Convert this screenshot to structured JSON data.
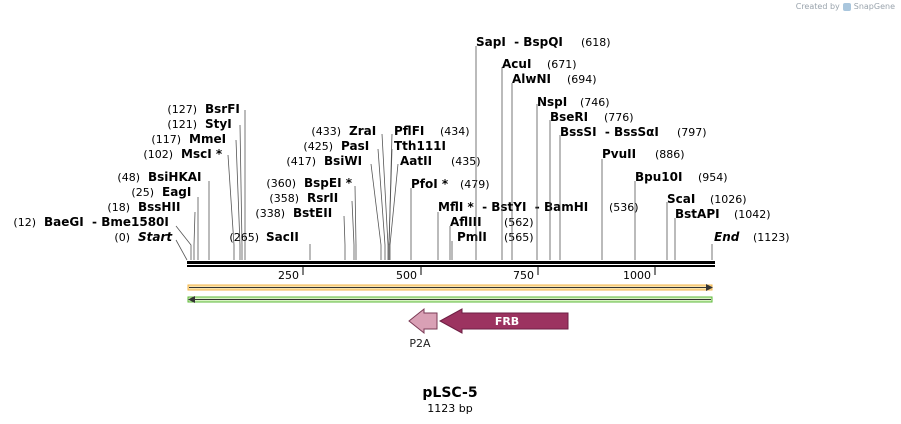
{
  "attribution": {
    "text": "Created by",
    "brand": "SnapGene",
    "logo_icon": "snapgene-logo-icon"
  },
  "map": {
    "name": "pLSC-5",
    "length_label": "1123 bp",
    "length": 1123,
    "start_label": "Start",
    "start_pos": "(0)",
    "end_label": "End",
    "end_pos": "(1123)",
    "ticks": [
      "250",
      "500",
      "750",
      "1000"
    ],
    "strand_colors": {
      "forward": "#f3b54b",
      "reverse": "#5db83a"
    }
  },
  "sites": [
    {
      "name": "BaeGI  - Bme1580I",
      "pos": "(12)"
    },
    {
      "name": "BssHII",
      "pos": "(18)"
    },
    {
      "name": "EagI",
      "pos": "(25)"
    },
    {
      "name": "BsiHKAI",
      "pos": "(48)"
    },
    {
      "name": "MscI *",
      "pos": "(102)"
    },
    {
      "name": "MmeI",
      "pos": "(117)"
    },
    {
      "name": "StyI",
      "pos": "(121)"
    },
    {
      "name": "BsrFI",
      "pos": "(127)"
    },
    {
      "name": "SacII",
      "pos": "(265)"
    },
    {
      "name": "BstEII",
      "pos": "(338)"
    },
    {
      "name": "RsrII",
      "pos": "(358)"
    },
    {
      "name": "BspEI *",
      "pos": "(360)"
    },
    {
      "name": "BsiWI",
      "pos": "(417)"
    },
    {
      "name": "PasI",
      "pos": "(425)"
    },
    {
      "name": "ZraI",
      "pos": "(433)"
    },
    {
      "name": "PflFI",
      "pos": "(434)"
    },
    {
      "name": "Tth111I",
      "pos": ""
    },
    {
      "name": "AatII",
      "pos": "(435)"
    },
    {
      "name": "PfoI *",
      "pos": "(479)"
    },
    {
      "name": "MflI *  - BstYI  - BamHI",
      "pos": "(536)"
    },
    {
      "name": "AflIII",
      "pos": "(562)"
    },
    {
      "name": "PmlI",
      "pos": "(565)"
    },
    {
      "name": "SapI  - BspQI",
      "pos": "(618)"
    },
    {
      "name": "AcuI",
      "pos": "(671)"
    },
    {
      "name": "AlwNI",
      "pos": "(694)"
    },
    {
      "name": "NspI",
      "pos": "(746)"
    },
    {
      "name": "BseRI",
      "pos": "(776)"
    },
    {
      "name": "BssSI  - BssSαI",
      "pos": "(797)"
    },
    {
      "name": "PvuII",
      "pos": "(886)"
    },
    {
      "name": "Bpu10I",
      "pos": "(954)"
    },
    {
      "name": "ScaI",
      "pos": "(1026)"
    },
    {
      "name": "BstAPI",
      "pos": "(1042)"
    }
  ],
  "features": [
    {
      "name": "FRB",
      "color": "#9c3360",
      "direction": "reverse"
    },
    {
      "name": "P2A",
      "color": "#d9a0b5",
      "direction": "reverse"
    }
  ]
}
